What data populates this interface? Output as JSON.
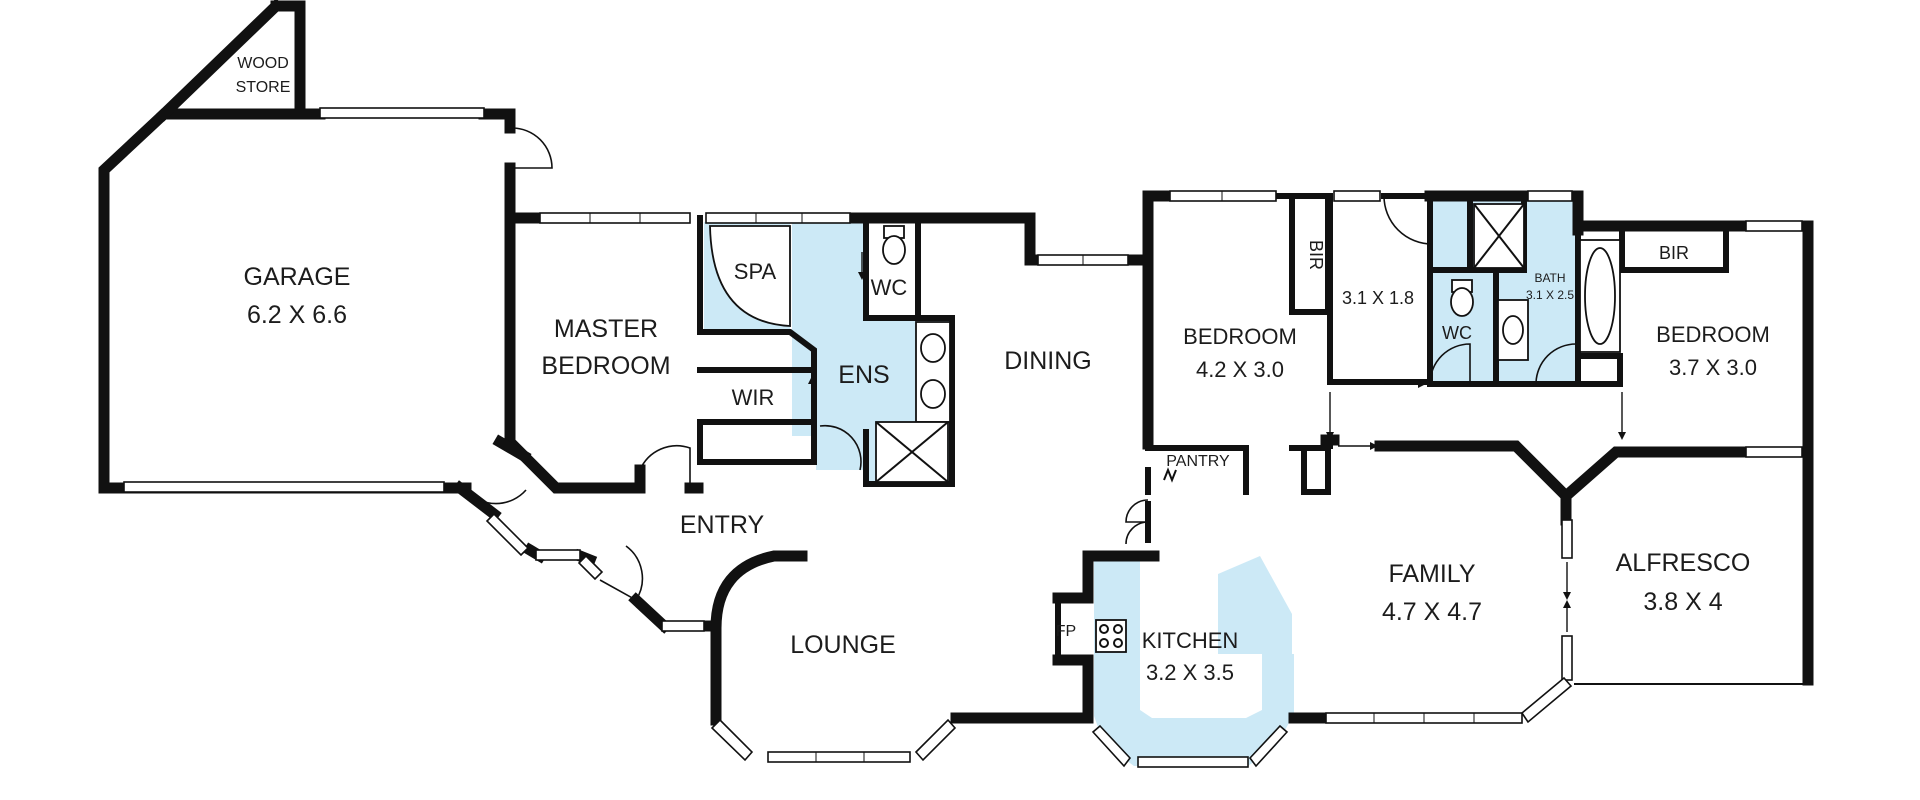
{
  "rooms": {
    "wood_store": [
      "WOOD",
      "STORE"
    ],
    "garage": {
      "name": "GARAGE",
      "size": "6.2 X 6.6"
    },
    "master_bedroom": [
      "MASTER",
      "BEDROOM"
    ],
    "spa": "SPA",
    "wc_ensuite": "WC",
    "ens": "ENS",
    "wir": "WIR",
    "dining": "DINING",
    "entry": "ENTRY",
    "lounge": "LOUNGE",
    "bedroom2": {
      "name": "BEDROOM",
      "size": "4.2 X 3.0"
    },
    "bir_left": "BIR",
    "room_small": "3.1 X 1.8",
    "wc_bath": "WC",
    "bath": {
      "name": "BATH",
      "size": "3.1 X 2.5"
    },
    "bir_right": "BIR",
    "bedroom3": {
      "name": "BEDROOM",
      "size": "3.7 X 3.0"
    },
    "pantry": "PANTRY",
    "fp": "FP",
    "kitchen": {
      "name": "KITCHEN",
      "size": "3.2 X 3.5"
    },
    "family": {
      "name": "FAMILY",
      "size": "4.7 X 4.7"
    },
    "alfresco": {
      "name": "ALFRESCO",
      "size": "3.8 X 4"
    }
  },
  "colors": {
    "wall": "#111111",
    "wet_area": "#cce9f6",
    "background": "#ffffff"
  }
}
